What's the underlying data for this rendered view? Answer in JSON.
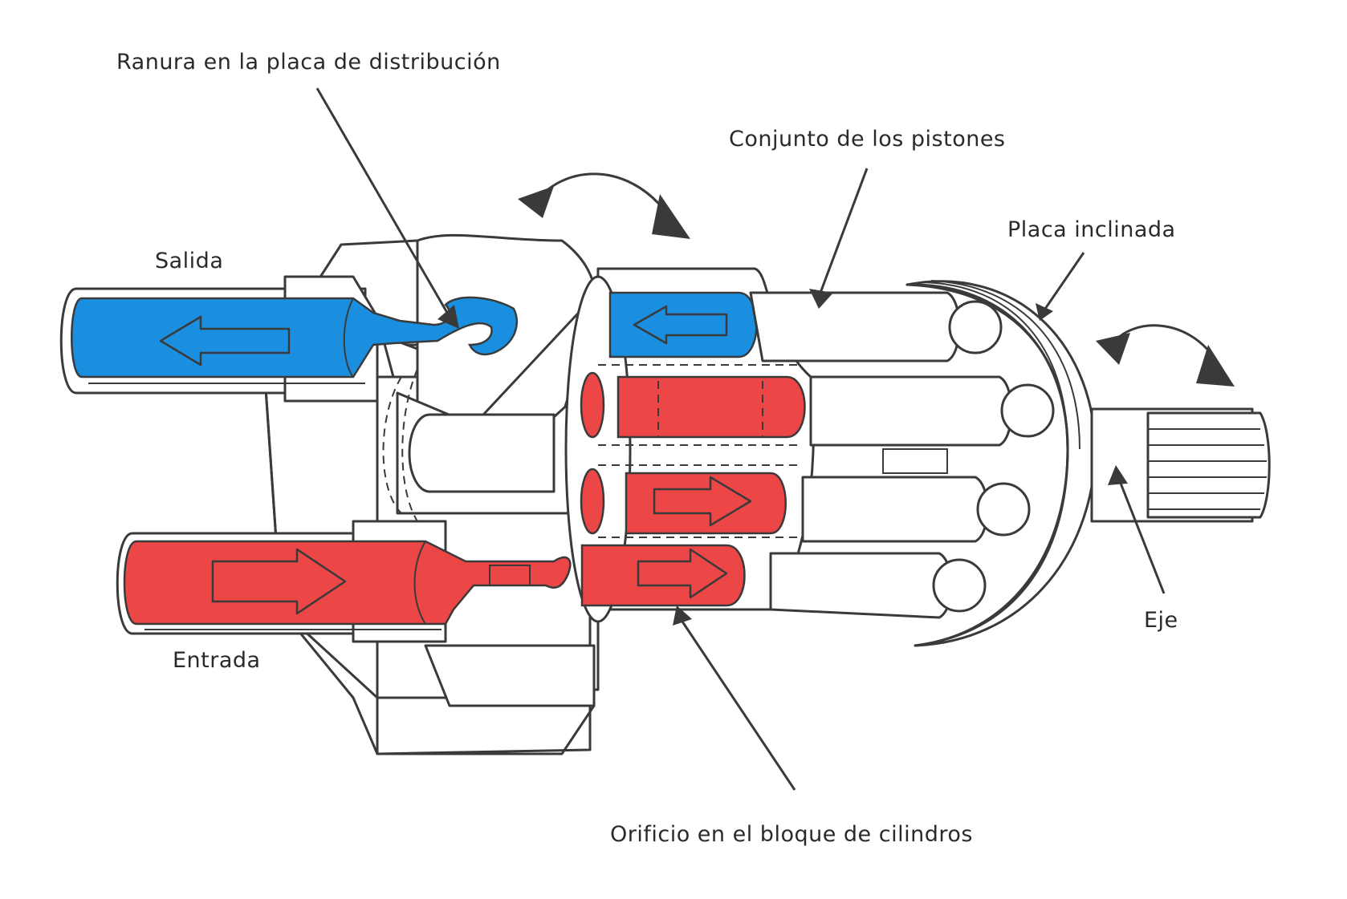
{
  "colors": {
    "high_pressure": "#1a8fe0",
    "low_pressure": "#ec4646",
    "line": "#3a3a3a"
  },
  "labels": {
    "ranura": "Ranura en la placa de distribución",
    "conjunto": "Conjunto de los pistones",
    "placa": "Placa inclinada",
    "salida": "Salida",
    "entrada": "Entrada",
    "eje": "Eje",
    "orificio": "Orificio en el bloque de cilindros"
  }
}
